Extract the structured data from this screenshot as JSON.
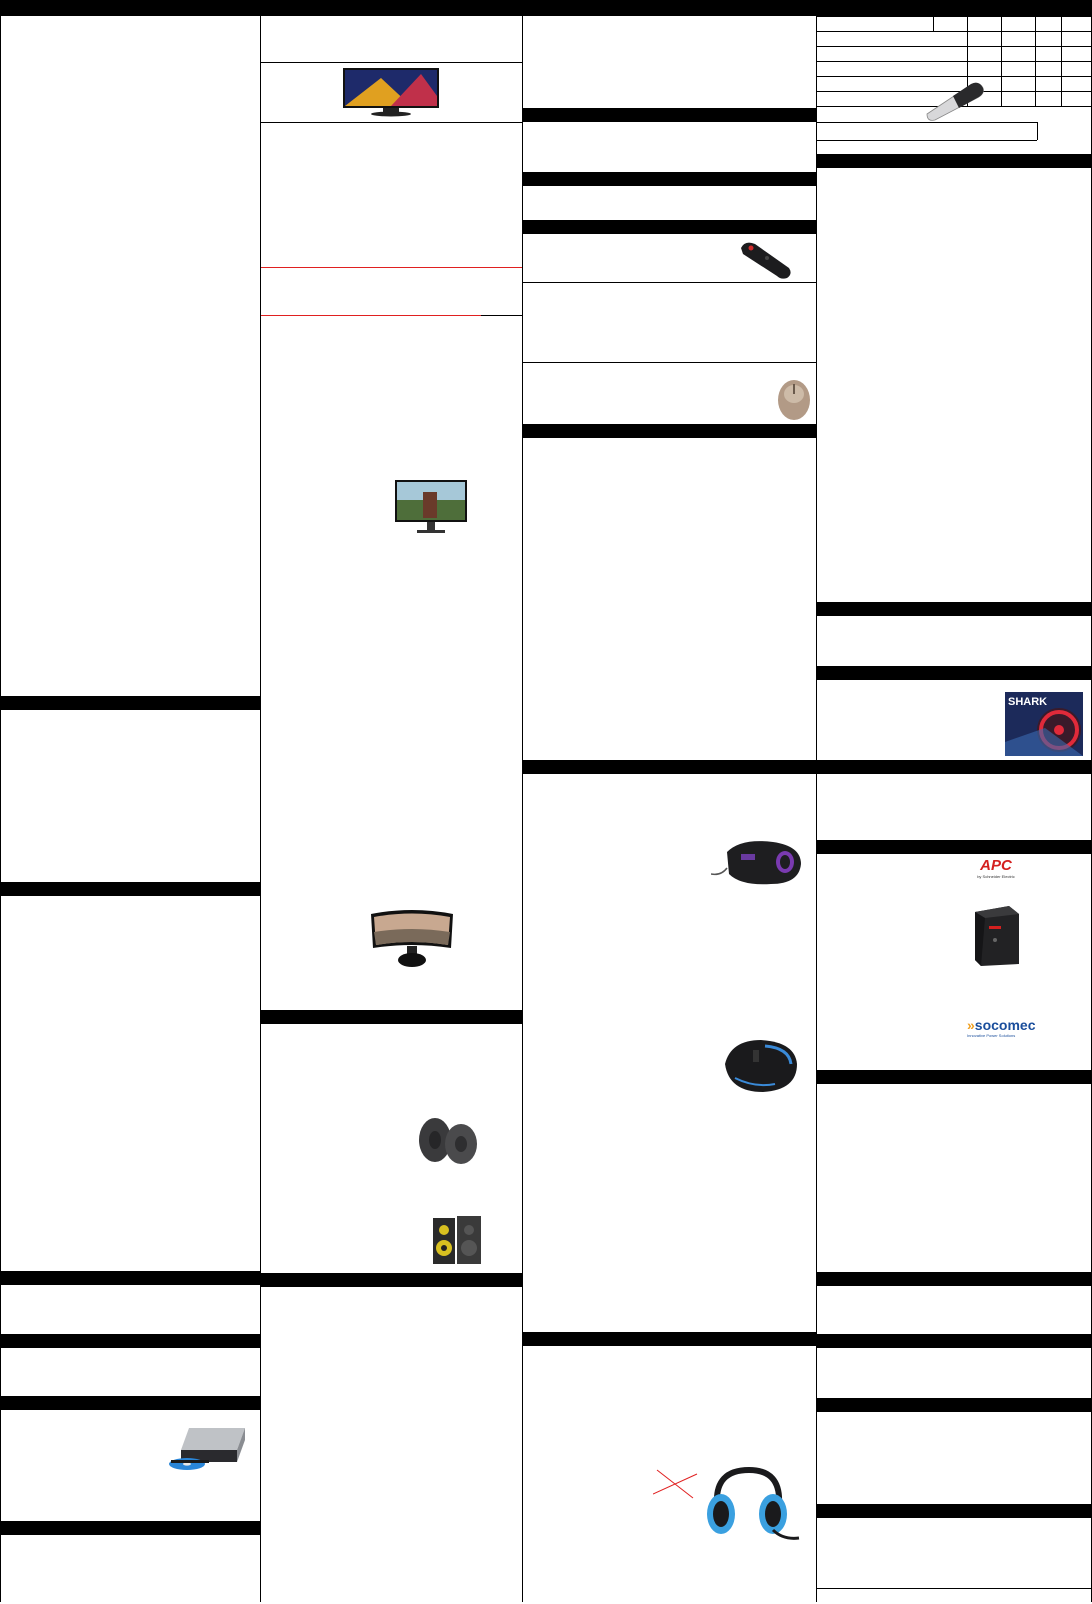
{
  "palette": {
    "ink": "#000000",
    "paper": "#ffffff",
    "strike": "#e02020",
    "apc_red": "#d4201f",
    "socomec_blue": "#1a4e9c",
    "headset_blue": "#3aa0e0"
  },
  "logos": {
    "apc": {
      "mark": "APC",
      "tagline": "by Schneider Electric"
    },
    "socomec": {
      "mark": "socomec",
      "tagline": "Innovative Power Solutions"
    },
    "shark_box": {
      "mark": "SHARK"
    }
  },
  "products": [
    {
      "name": "asus-monitor",
      "icon": "monitor-icon"
    },
    {
      "name": "presenter",
      "icon": "presenter-icon"
    },
    {
      "name": "usb-flash-drive",
      "icon": "usb-drive-icon"
    },
    {
      "name": "flat-monitor",
      "icon": "monitor-icon"
    },
    {
      "name": "wireless-mouse",
      "icon": "mouse-icon"
    },
    {
      "name": "shark-fan-box",
      "icon": "fan-box-icon"
    },
    {
      "name": "gaming-mouse",
      "icon": "mouse-icon"
    },
    {
      "name": "apc-ups",
      "icon": "ups-icon"
    },
    {
      "name": "curved-monitor",
      "icon": "curved-monitor-icon"
    },
    {
      "name": "gaming-mouse-rgb",
      "icon": "mouse-icon"
    },
    {
      "name": "bluetooth-speakers",
      "icon": "speaker-icon"
    },
    {
      "name": "bookshelf-speakers",
      "icon": "speaker-icon"
    },
    {
      "name": "gaming-headset",
      "icon": "headset-icon"
    },
    {
      "name": "dvd-writer",
      "icon": "optical-drive-icon"
    }
  ]
}
